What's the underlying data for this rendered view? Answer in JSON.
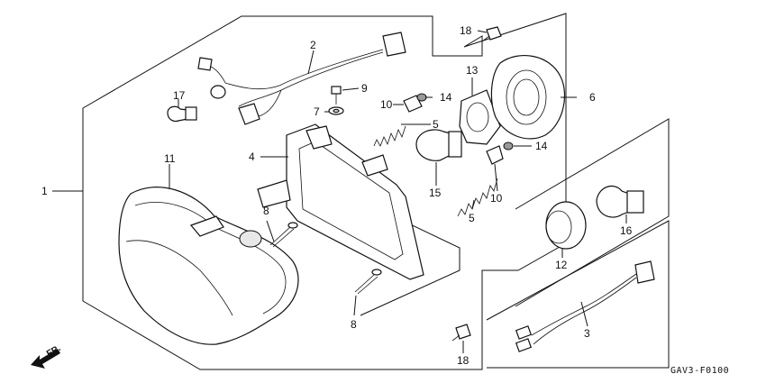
{
  "diagram": {
    "drawing_code": "GAV3-F0100",
    "direction_label": "FR.",
    "callouts": [
      {
        "id": "c1",
        "label": "1"
      },
      {
        "id": "c2",
        "label": "2"
      },
      {
        "id": "c3",
        "label": "3"
      },
      {
        "id": "c4",
        "label": "4"
      },
      {
        "id": "c5a",
        "label": "5"
      },
      {
        "id": "c5b",
        "label": "5"
      },
      {
        "id": "c6",
        "label": "6"
      },
      {
        "id": "c7",
        "label": "7"
      },
      {
        "id": "c8a",
        "label": "8"
      },
      {
        "id": "c8b",
        "label": "8"
      },
      {
        "id": "c9",
        "label": "9"
      },
      {
        "id": "c10a",
        "label": "10"
      },
      {
        "id": "c10b",
        "label": "10"
      },
      {
        "id": "c11",
        "label": "11"
      },
      {
        "id": "c12",
        "label": "12"
      },
      {
        "id": "c13",
        "label": "13"
      },
      {
        "id": "c14a",
        "label": "14"
      },
      {
        "id": "c14b",
        "label": "14"
      },
      {
        "id": "c15",
        "label": "15"
      },
      {
        "id": "c16",
        "label": "16"
      },
      {
        "id": "c17",
        "label": "17"
      },
      {
        "id": "c18a",
        "label": "18"
      },
      {
        "id": "c18b",
        "label": "18"
      }
    ]
  }
}
